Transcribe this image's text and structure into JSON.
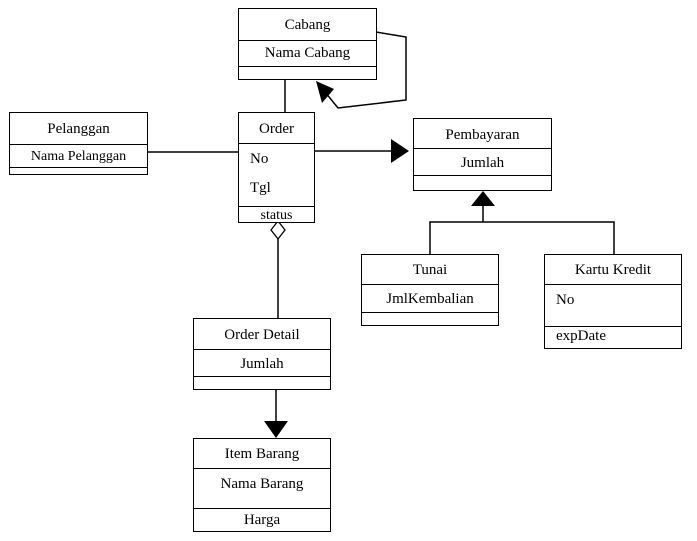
{
  "diagram": {
    "classes": {
      "cabang": {
        "name": "Cabang",
        "attrs": [
          "Nama Cabang"
        ]
      },
      "pelanggan": {
        "name": "Pelanggan",
        "attrs": [
          "Nama Pelanggan"
        ]
      },
      "order": {
        "name": "Order",
        "attrs": [
          "No",
          "Tgl",
          "status"
        ]
      },
      "pembayaran": {
        "name": "Pembayaran",
        "attrs": [
          "Jumlah"
        ]
      },
      "tunai": {
        "name": "Tunai",
        "attrs": [
          "JmlKembalian"
        ]
      },
      "kartu_kredit": {
        "name": "Kartu Kredit",
        "attrs": [
          "No",
          "expDate"
        ]
      },
      "order_detail": {
        "name": "Order Detail",
        "attrs": [
          "Jumlah"
        ]
      },
      "item_barang": {
        "name": "Item Barang",
        "attrs": [
          "Nama Barang",
          "Harga"
        ]
      }
    },
    "relations": [
      {
        "from": "Cabang",
        "to": "Cabang",
        "type": "self-association"
      },
      {
        "from": "Cabang",
        "to": "Order",
        "type": "association"
      },
      {
        "from": "Pelanggan",
        "to": "Order",
        "type": "association"
      },
      {
        "from": "Order",
        "to": "Pembayaran",
        "type": "directed-association"
      },
      {
        "from": "Tunai",
        "to": "Pembayaran",
        "type": "generalization"
      },
      {
        "from": "Kartu Kredit",
        "to": "Pembayaran",
        "type": "generalization"
      },
      {
        "from": "Order",
        "to": "Order Detail",
        "type": "aggregation"
      },
      {
        "from": "Order Detail",
        "to": "Item Barang",
        "type": "directed-association"
      }
    ]
  }
}
